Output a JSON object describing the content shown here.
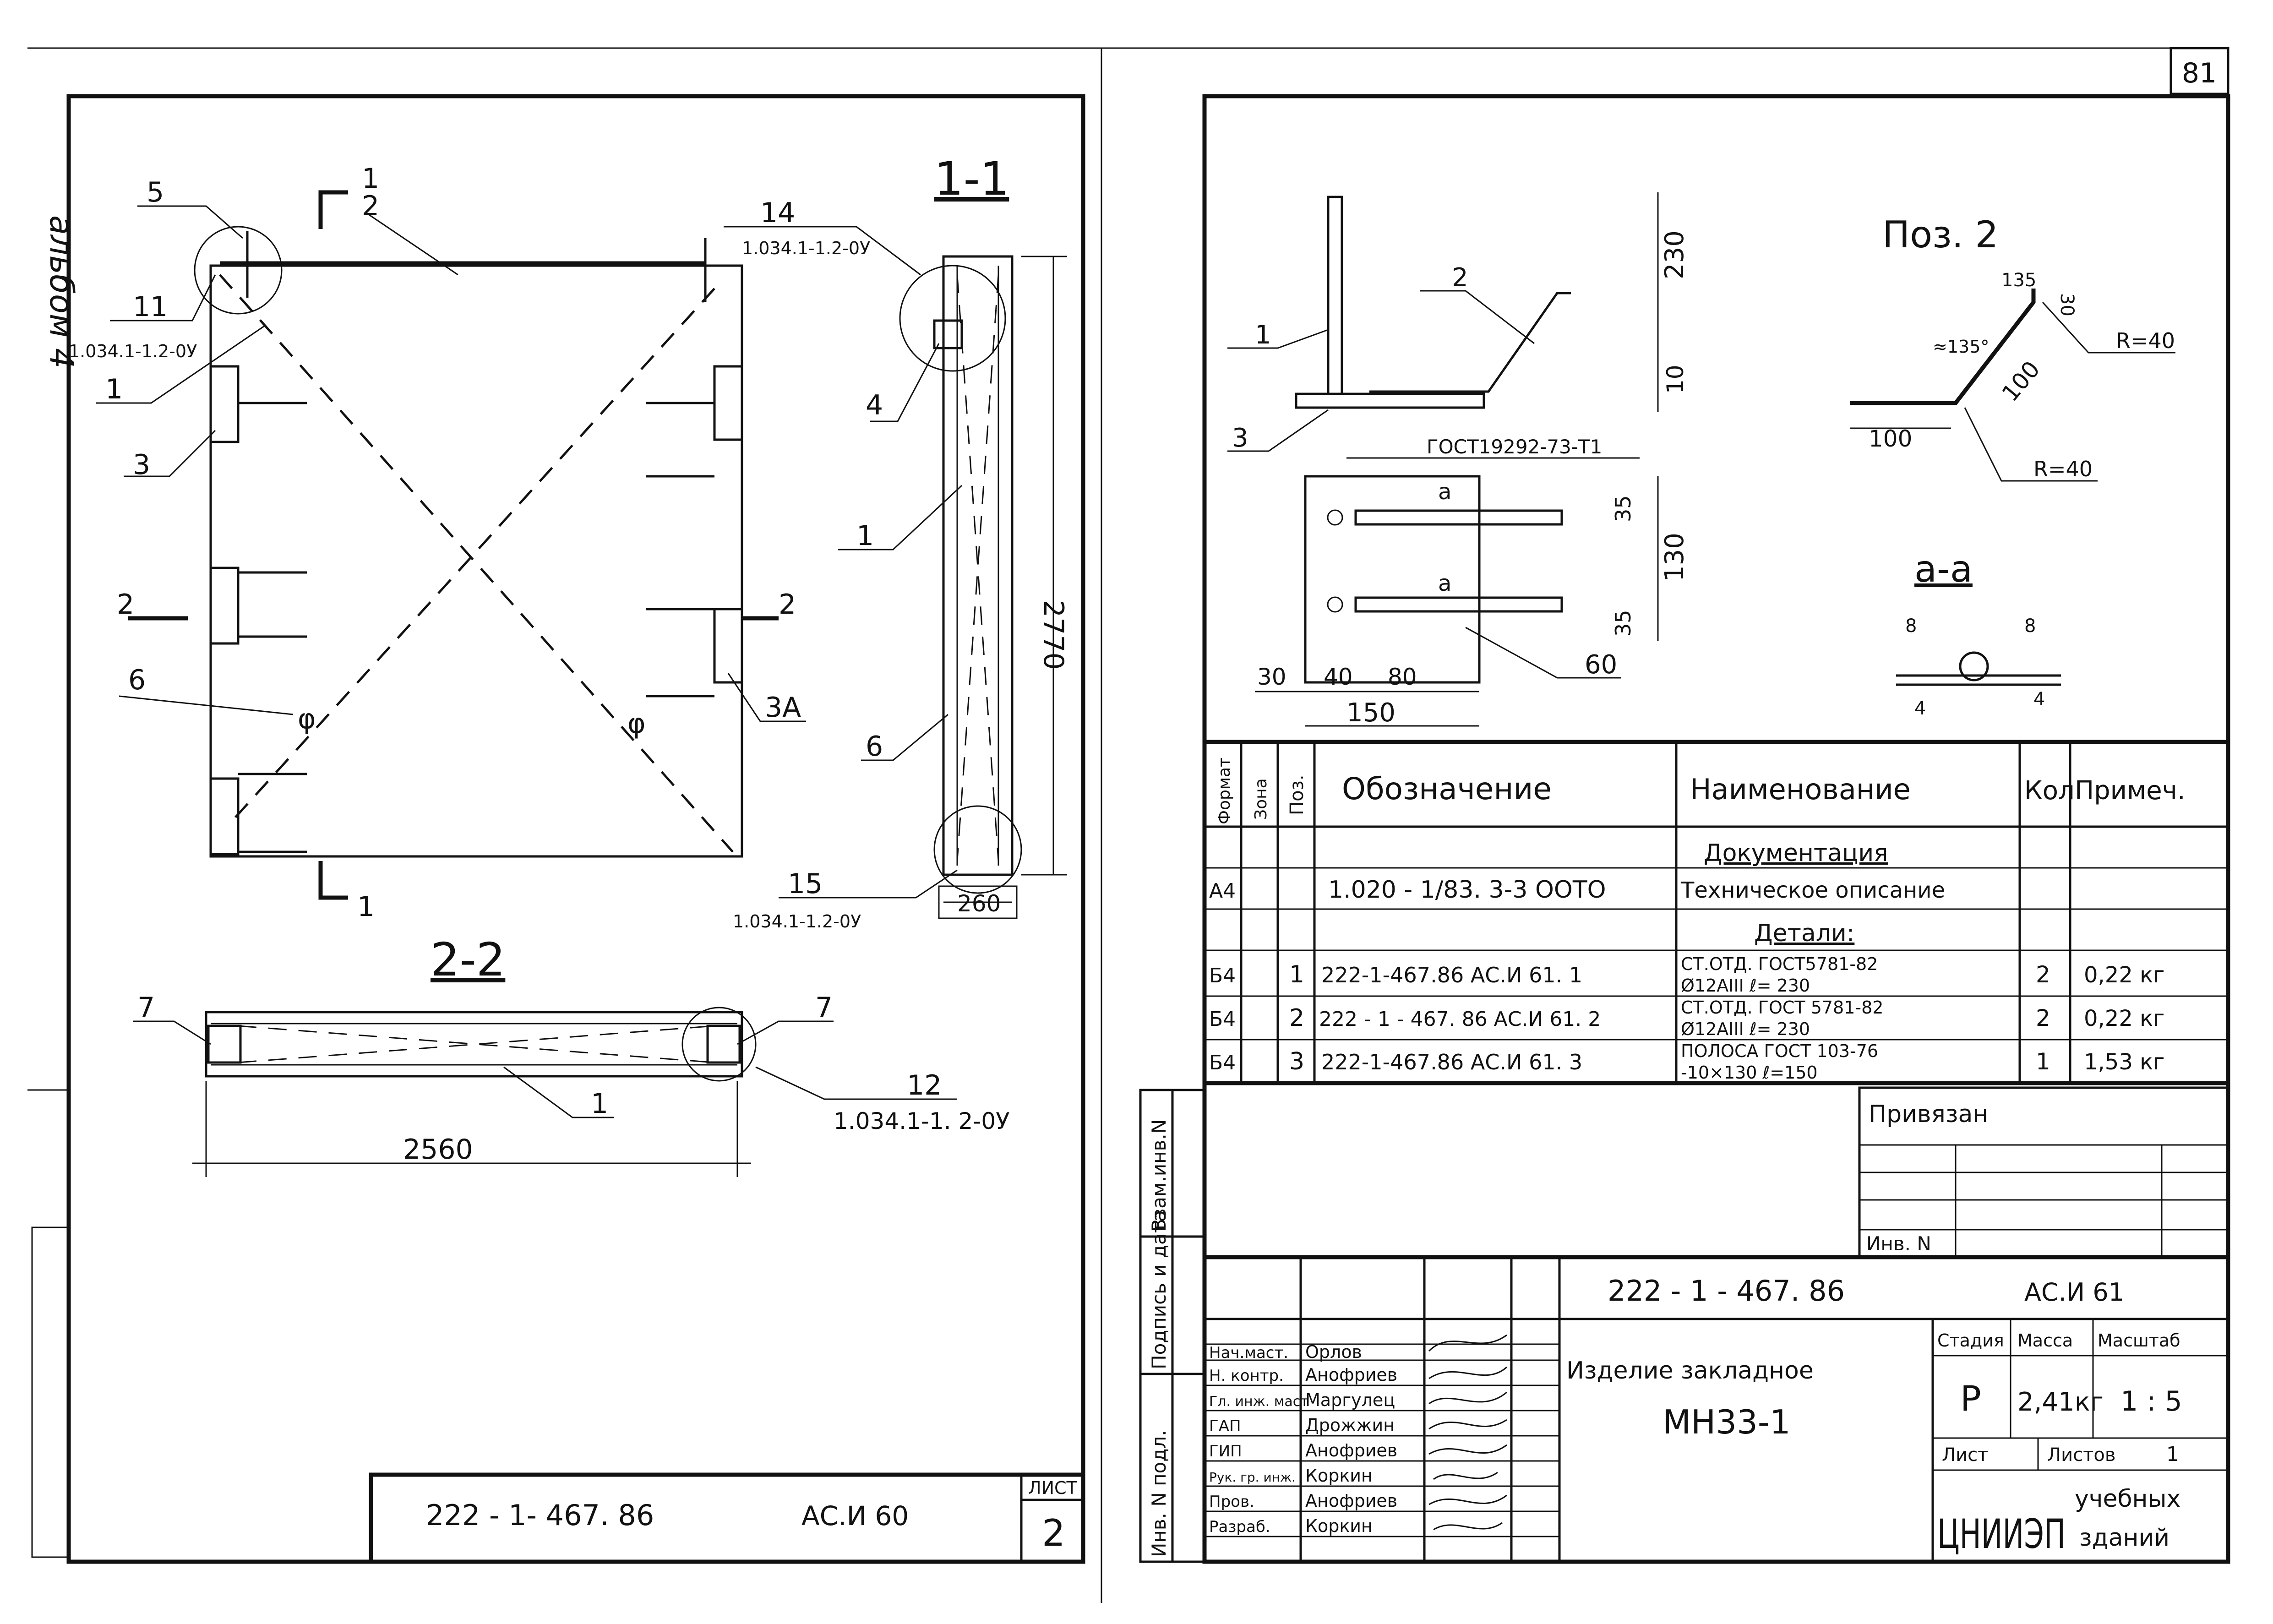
{
  "page": {
    "number": "81",
    "album_note": "альбом 4"
  },
  "left_sheet": {
    "plan": {
      "section_marks": [
        "1",
        "1",
        "2",
        "2"
      ],
      "positions": [
        "5",
        "2",
        "11",
        "1",
        "3",
        "6",
        "φ",
        "φ",
        "3А"
      ],
      "ref_11": "1.034.1-1.2-0У"
    },
    "section_1_1": {
      "title": "1-1",
      "pos_14": "14",
      "ref_14": "1.034.1-1.2-0У",
      "pos_4": "4",
      "pos_1": "1",
      "pos_6": "6",
      "pos_15": "15",
      "ref_15": "1.034.1-1.2-0У",
      "dim_height": "2770",
      "dim_width": "260"
    },
    "section_2_2": {
      "title": "2-2",
      "pos_7_left": "7",
      "pos_7_right": "7",
      "pos_12": "12",
      "ref_12": "1.034.1-1. 2-0У",
      "pos_1": "1",
      "dim_length": "2560"
    },
    "stamp": {
      "code": "222 - 1- 467. 86",
      "sheet_code": "АС.И 60",
      "sheet_label": "ЛИСТ",
      "sheet_no": "2"
    }
  },
  "right_sheet": {
    "detail": {
      "pos_1": "1",
      "pos_2": "2",
      "pos_3": "3",
      "dim_230": "230",
      "dim_10": "10",
      "gost": "ГОСТ19292-73-Т1",
      "dim_35a": "35",
      "dim_130": "130",
      "dim_35b": "35",
      "weld_a1": "а",
      "weld_a2": "а",
      "dim_30": "30",
      "dim_40": "40",
      "dim_80": "80",
      "dim_60": "60",
      "dim_150": "150"
    },
    "poz2": {
      "title": "Поз. 2",
      "dim_135": "135",
      "dim_30": "30",
      "angle": "≈135°",
      "r_top": "R=40",
      "r_bottom": "R=40",
      "dim_100a": "100",
      "dim_100b": "100"
    },
    "section_a": {
      "title": "а-а",
      "dim_8a": "8",
      "dim_8b": "8",
      "dim_4a": "4",
      "dim_4b": "4"
    },
    "spec_table": {
      "headers": [
        "Формат",
        "Зона",
        "Поз.",
        "Обозначение",
        "Наименование",
        "Кол",
        "Примеч."
      ],
      "documentation_title": "Документация",
      "doc_row": {
        "format": "А4",
        "designation": "1.020 - 1/83. 3-3 ООТО",
        "name": "Техническое описание"
      },
      "details_title": "Детали:",
      "rows": [
        {
          "format": "Б4",
          "pos": "1",
          "designation": "222-1-467.86 АС.И 61. 1",
          "name_1": "СТ.ОТД. ГОСТ5781-82",
          "name_2": "Ø12АIII  ℓ= 230",
          "qty": "2",
          "note": "0,22 кг"
        },
        {
          "format": "Б4",
          "pos": "2",
          "designation": "222 - 1 - 467. 86 АС.И 61. 2",
          "name_1": "СТ.ОТД. ГОСТ 5781-82",
          "name_2": "Ø12АIII  ℓ= 230",
          "qty": "2",
          "note": "0,22 кг"
        },
        {
          "format": "Б4",
          "pos": "3",
          "designation": "222-1-467.86 АС.И 61. 3",
          "name_1": "ПОЛОСА ГОСТ 103-76",
          "name_2": "-10×130  ℓ=150",
          "qty": "1",
          "note": "1,53 кг"
        }
      ]
    },
    "side_labels": {
      "zam": "Взам.инв.N",
      "sign": "Подпись и дата",
      "inv": "Инв. N подл."
    },
    "binding": {
      "title": "Привязан",
      "inv_label": "Инв. N"
    },
    "stamp": {
      "code": "222 - 1 - 467. 86",
      "sheet_code": "АС.И 61",
      "title_1": "Изделие закладное",
      "title_2": "МН33-1",
      "stage_label": "Стадия",
      "mass_label": "Масса",
      "scale_label": "Масштаб",
      "stage": "Р",
      "mass": "2,41кг",
      "scale": "1 : 5",
      "sheet_label": "Лист",
      "sheets_label": "Листов",
      "sheets": "1",
      "org_logo": "ЦНИИЭП",
      "org_1": "учебных",
      "org_2": "зданий",
      "people": [
        {
          "role": "Нач.маст.",
          "name": "Орлов"
        },
        {
          "role": "Н. контр.",
          "name": "Анофриев"
        },
        {
          "role": "Гл. инж. маст",
          "name": "Маргулец"
        },
        {
          "role": "ГАП",
          "name": "Дрожжин"
        },
        {
          "role": "ГИП",
          "name": "Анофриев"
        },
        {
          "role": "Рук. гр. инж.",
          "name": "Коркин"
        },
        {
          "role": "Пров.",
          "name": "Анофриев"
        },
        {
          "role": "Разраб.",
          "name": "Коркин"
        }
      ]
    }
  }
}
